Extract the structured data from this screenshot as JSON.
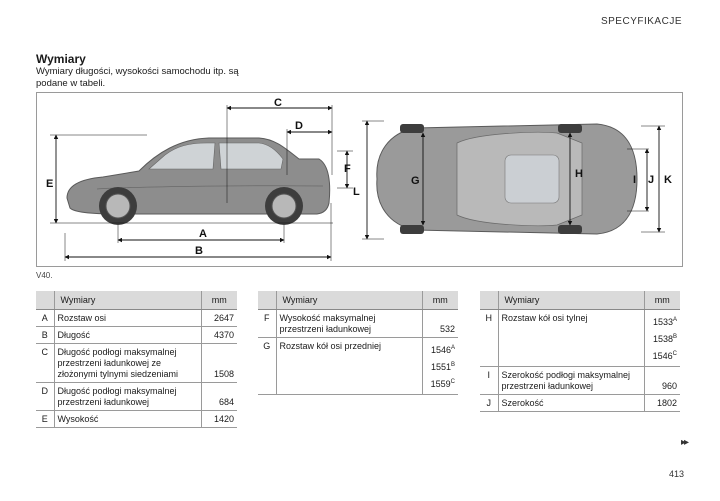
{
  "header": {
    "section": "SPECYFIKACJE"
  },
  "title": "Wymiary",
  "intro": "Wymiary długości, wysokości samochodu itp. są podane w tabeli.",
  "figure": {
    "caption": "V40.",
    "labels": {
      "A": "A",
      "B": "B",
      "C": "C",
      "D": "D",
      "E": "E",
      "F": "F",
      "G": "G",
      "H": "H",
      "I": "I",
      "J": "J",
      "K": "K",
      "L": "L"
    }
  },
  "colors": {
    "header_bg": "#dadada",
    "rule": "#9a9a9a",
    "car_body": "#8a8a8a"
  },
  "tables": [
    {
      "header": [
        "Wymiary",
        "mm"
      ],
      "rows": [
        {
          "key": "A",
          "label": "Rozstaw osi",
          "value": "2647"
        },
        {
          "key": "B",
          "label": "Długość",
          "value": "4370"
        },
        {
          "key": "C",
          "label": "Długość podłogi maksymalnej przestrzeni ładunkowej ze złożonymi tylnymi siedzeniami",
          "value": "1508"
        },
        {
          "key": "D",
          "label": "Długość podłogi maksymalnej przestrzeni ładunkowej",
          "value": "684"
        },
        {
          "key": "E",
          "label": "Wysokość",
          "value": "1420"
        }
      ]
    },
    {
      "header": [
        "Wymiary",
        "mm"
      ],
      "rows": [
        {
          "key": "F",
          "label": "Wysokość maksymalnej przestrzeni ładunkowej",
          "value": "532"
        },
        {
          "key": "G",
          "label": "Rozstaw kół osi przedniej",
          "values": [
            {
              "v": "1546",
              "sup": "A"
            },
            {
              "v": "1551",
              "sup": "B"
            },
            {
              "v": "1559",
              "sup": "C"
            }
          ]
        }
      ]
    },
    {
      "header": [
        "Wymiary",
        "mm"
      ],
      "rows": [
        {
          "key": "H",
          "label": "Rozstaw kół osi tylnej",
          "values": [
            {
              "v": "1533",
              "sup": "A"
            },
            {
              "v": "1538",
              "sup": "B"
            },
            {
              "v": "1546",
              "sup": "C"
            }
          ]
        },
        {
          "key": "I",
          "label": "Szerokość podłogi maksymalnej przestrzeni ładunkowej",
          "value": "960"
        },
        {
          "key": "J",
          "label": "Szerokość",
          "value": "1802"
        }
      ]
    }
  ],
  "footer": {
    "arrows": "▸▸",
    "page_number": "413"
  }
}
